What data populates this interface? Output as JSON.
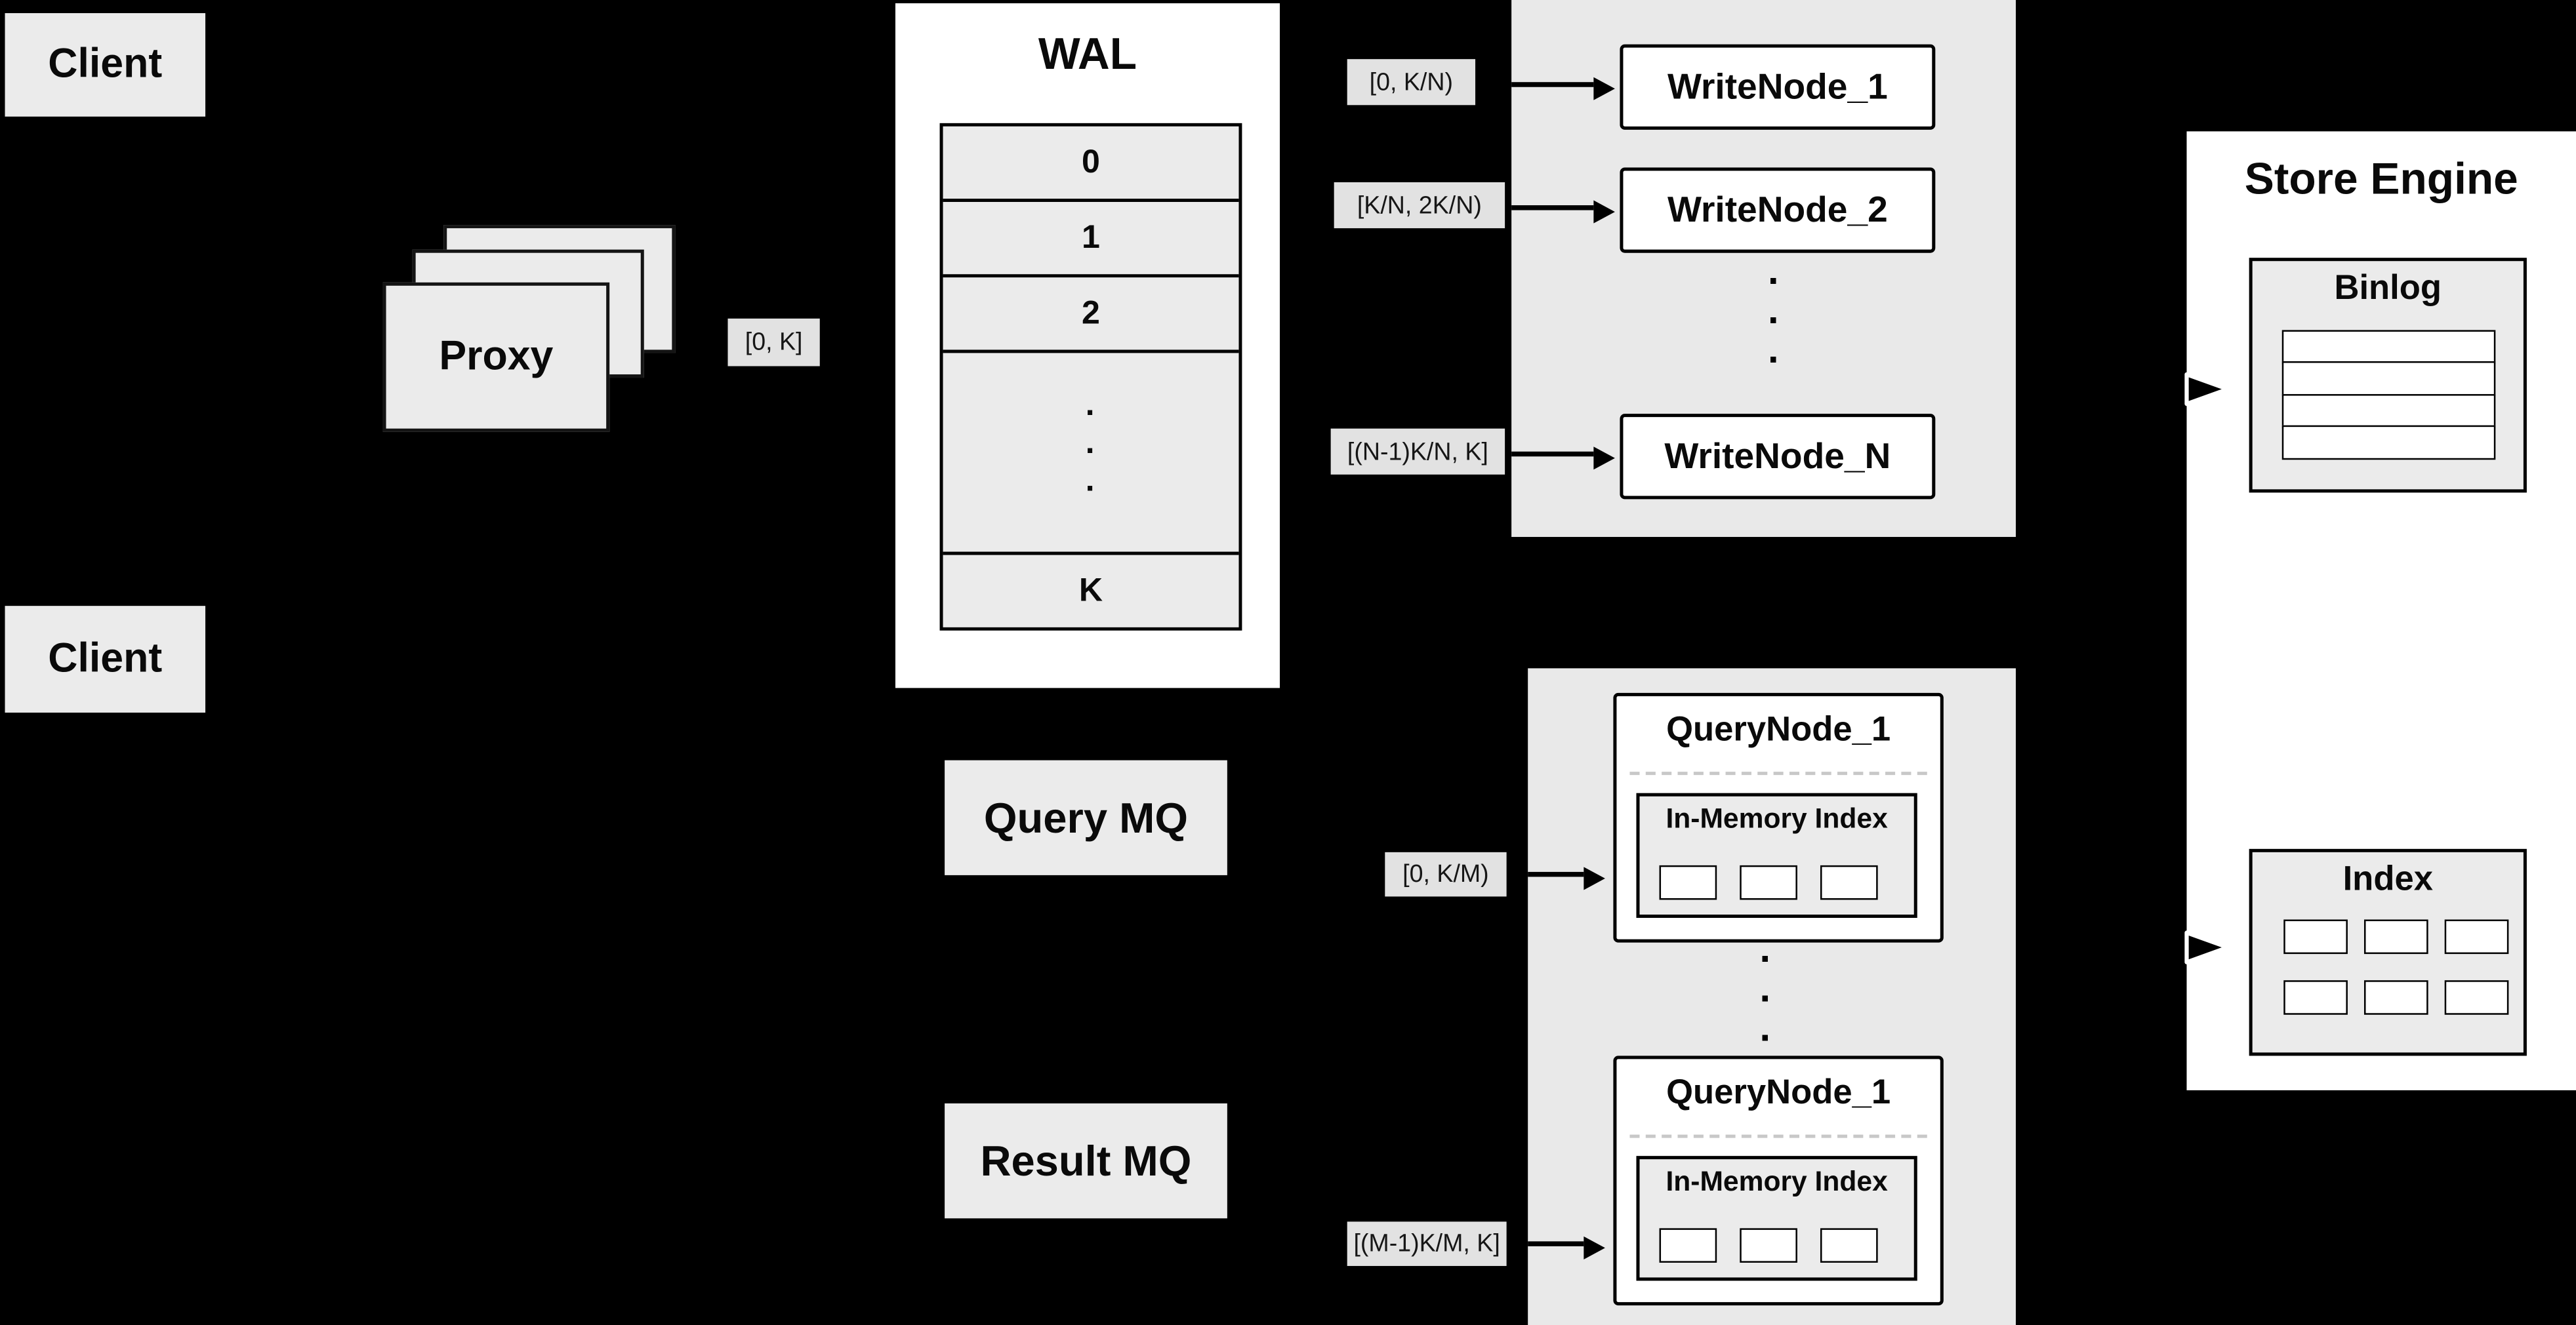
{
  "palette": {
    "background": "#000000",
    "panel_gray": "#e9e9e9",
    "box_gray": "#ebebeb",
    "chip_gray": "#e2e2e2",
    "box_white": "#ffffff",
    "line_black": "#000000",
    "dash_gray": "#c8c8c8"
  },
  "clients": {
    "top": "Client",
    "bottom": "Client"
  },
  "proxy": {
    "label": "Proxy"
  },
  "chips": {
    "proxy_out": "[0, K]",
    "write_1": "[0, K/N)",
    "write_2": "[K/N, 2K/N)",
    "write_n": "[(N-1)K/N, K]",
    "query_1": "[0, K/M)",
    "query_m": "[(M-1)K/M, K]"
  },
  "wal": {
    "title": "WAL",
    "rows": [
      "0",
      "1",
      "2"
    ],
    "dots": [
      "·",
      "·",
      "·"
    ],
    "last_row": "K"
  },
  "write_panel": {
    "nodes": [
      "WriteNode_1",
      "WriteNode_2",
      "WriteNode_N"
    ],
    "dots": [
      "·",
      "·",
      "·"
    ]
  },
  "mq": {
    "query": "Query MQ",
    "result": "Result MQ"
  },
  "query_panel": {
    "node_top_title": "QueryNode_1",
    "node_top_index": "In-Memory Index",
    "node_bottom_title": "QueryNode_1",
    "node_bottom_index": "In-Memory Index",
    "dots": [
      "·",
      "·",
      "·"
    ]
  },
  "store_engine": {
    "title": "Store Engine",
    "binlog_title": "Binlog",
    "index_title": "Index"
  }
}
